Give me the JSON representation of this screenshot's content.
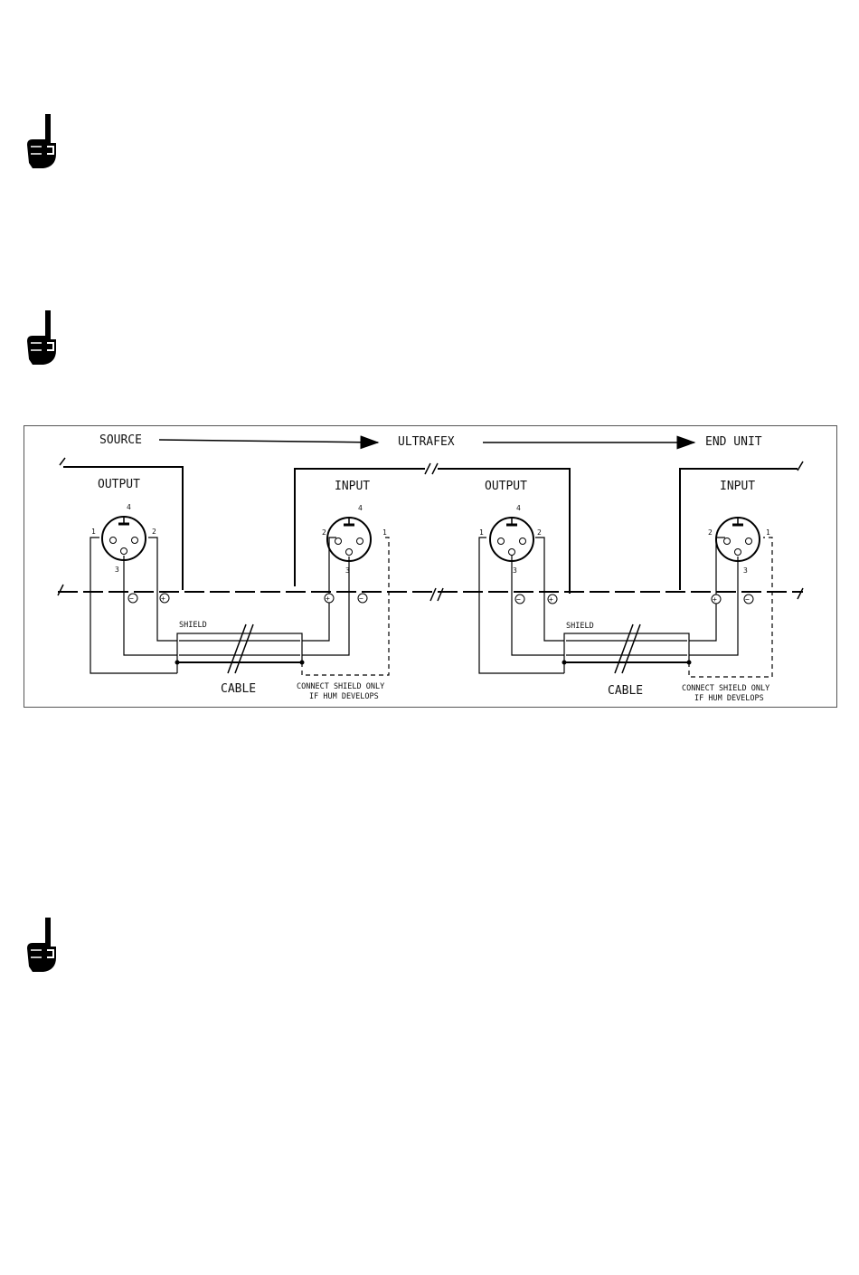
{
  "note_icons": [
    "pointing-hand-icon",
    "pointing-hand-icon",
    "pointing-hand-icon"
  ],
  "diagram": {
    "flow": {
      "source": "SOURCE",
      "ultrafex": "ULTRAFEX",
      "end_unit": "END UNIT"
    },
    "units": [
      {
        "label": "OUTPUT"
      },
      {
        "label": "INPUT"
      },
      {
        "label": "OUTPUT"
      },
      {
        "label": "INPUT"
      }
    ],
    "pins": {
      "p1": "1",
      "p2": "2",
      "p3": "3",
      "p4": "4"
    },
    "polarity": {
      "plus": "+",
      "minus": "−"
    },
    "cables": [
      {
        "shield": "SHIELD",
        "label": "CABLE",
        "note_line1": "CONNECT SHIELD ONLY",
        "note_line2": "IF HUM DEVELOPS"
      },
      {
        "shield": "SHIELD",
        "label": "CABLE",
        "note_line1": "CONNECT SHIELD ONLY",
        "note_line2": "IF HUM DEVELOPS"
      }
    ]
  }
}
